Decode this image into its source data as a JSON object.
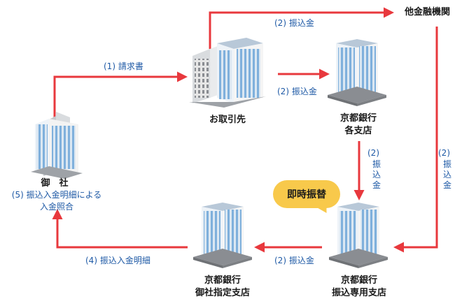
{
  "nodes": {
    "head_office": {
      "name": "御　社",
      "note_1": "(5) 振込入金明細による",
      "note_2": "入金照合"
    },
    "client": {
      "name": "お取引先"
    },
    "other_bank": {
      "name": "他金融機関"
    },
    "kyoto_branches": {
      "line1": "京都銀行",
      "line2": "各支店"
    },
    "kyoto_dedicated": {
      "line1": "京都銀行",
      "line2": "振込専用支店"
    },
    "kyoto_designated": {
      "line1": "京都銀行",
      "line2": "御社指定支店"
    }
  },
  "bubble": {
    "text": "即時振替"
  },
  "arrows": {
    "invoice": "(1) 請求書",
    "transfer_top": "(2) 振込金",
    "transfer_mid": "(2) 振込金",
    "transfer_branch_num": "(2)",
    "transfer_branch_word": "振込金",
    "transfer_right_num": "(2)",
    "transfer_right_word": "振込金",
    "transfer_bottom": "(2) 振込金",
    "statement": "(4) 振込入金明細"
  },
  "colors": {
    "arrow": "#e8383d",
    "label_blue": "#1f5aa6",
    "bubble": "#f8c94b",
    "building_blue": "#7fb0dc",
    "building_gray": "#8a8d92"
  }
}
